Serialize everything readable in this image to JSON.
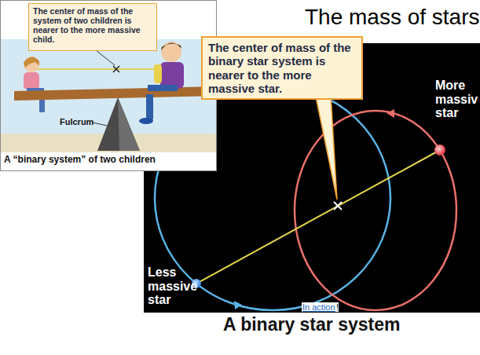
{
  "diagram": {
    "title": "The mass of stars",
    "caption": "A binary star system",
    "nodes": [
      {
        "text": [
          "A “binary system” of two children"
        ]
      },
      {
        "text": [
          "The center of mass of the system of two children is nearer to the more massive child."
        ],
        "in": 0
      },
      {
        "text": [
          "The center of mass of the binary star system is nearer to the more massive star."
        ]
      }
    ],
    "labels": [
      "Fulcrum",
      "More massiv star",
      "Less massive star",
      "In action",
      "!"
    ]
  }
}
